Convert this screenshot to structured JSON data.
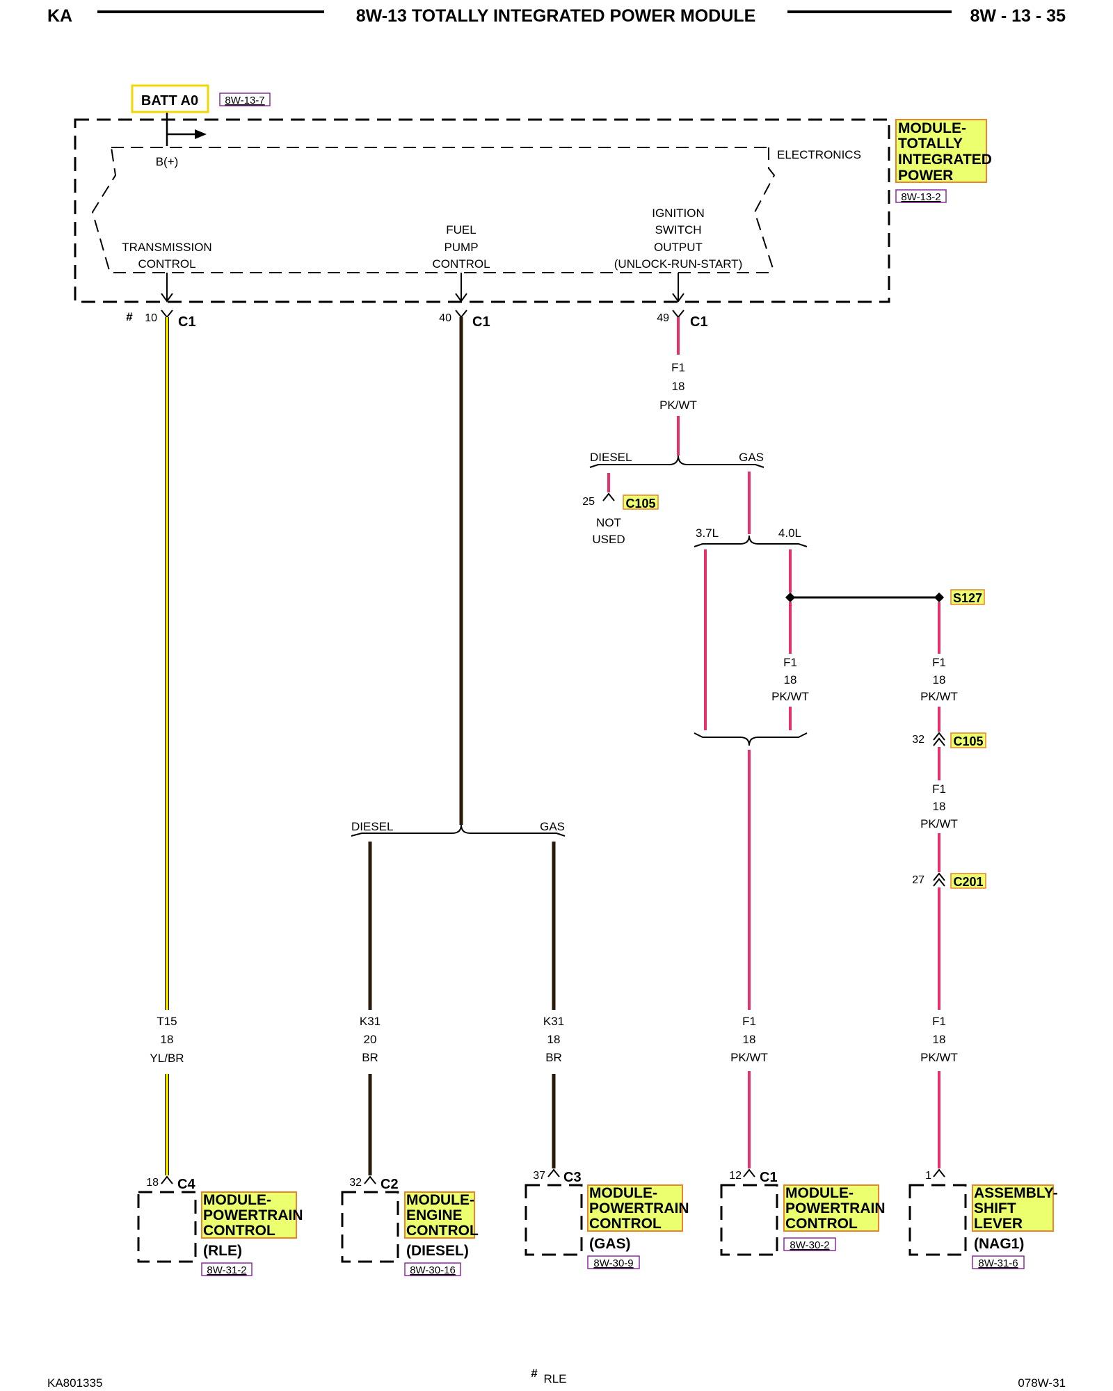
{
  "colors": {
    "highlight_yellow": "#ecff6e",
    "highlight_border": "#e8842a",
    "ref_border": "#8a2aa0",
    "wire_yellow": "#f5e400",
    "wire_brown": "#2a1a0a",
    "wire_pink": "#e8306a",
    "batt_border": "#f0d800"
  },
  "header": {
    "left": "KA",
    "title": "8W-13 TOTALLY INTEGRATED POWER MODULE",
    "right": "8W - 13 - 35"
  },
  "batt": {
    "label": "BATT A0",
    "ref": "8W-13-7"
  },
  "tipm": {
    "name_lines": [
      "MODULE-",
      "TOTALLY",
      "INTEGRATED",
      "POWER"
    ],
    "ref": "8W-13-2",
    "electronics": "ELECTRONICS",
    "bplus": "B(+)",
    "transmission": [
      "TRANSMISSION",
      "CONTROL"
    ],
    "fuel": [
      "FUEL",
      "PUMP",
      "CONTROL"
    ],
    "ignition": [
      "IGNITION",
      "SWITCH",
      "OUTPUT",
      "(UNLOCK-RUN-START)"
    ]
  },
  "top_pins": {
    "trans": {
      "hash": "#",
      "pin": "10",
      "conn": "C1"
    },
    "fuel": {
      "pin": "40",
      "conn": "C1"
    },
    "ign": {
      "pin": "49",
      "conn": "C1"
    }
  },
  "wires": {
    "f1_top": [
      "F1",
      "18",
      "PK/WT"
    ],
    "f1_mid": [
      "F1",
      "18",
      "PK/WT"
    ],
    "f1_s127": [
      "F1",
      "18",
      "PK/WT"
    ],
    "f1_c105": [
      "F1",
      "18",
      "PK/WT"
    ],
    "t15": [
      "T15",
      "18",
      "YL/BR"
    ],
    "k31_diesel": [
      "K31",
      "20",
      "BR"
    ],
    "k31_gas": [
      "K31",
      "18",
      "BR"
    ],
    "f1_pcm": [
      "F1",
      "18",
      "PK/WT"
    ],
    "f1_shift": [
      "F1",
      "18",
      "PK/WT"
    ]
  },
  "branches": {
    "ign_diesel": "DIESEL",
    "ign_gas": "GAS",
    "eng_37": "3.7L",
    "eng_40": "4.0L",
    "fuel_diesel": "DIESEL",
    "fuel_gas": "GAS"
  },
  "c105_notused": {
    "pin": "25",
    "conn": "C105",
    "note": [
      "NOT",
      "USED"
    ]
  },
  "splice": {
    "label": "S127"
  },
  "c105_inline": {
    "pin": "32",
    "conn": "C105"
  },
  "c201_inline": {
    "pin": "27",
    "conn": "C201"
  },
  "modules": [
    {
      "pin": "18",
      "conn": "C4",
      "name_lines": [
        "MODULE-",
        "POWERTRAIN",
        "CONTROL"
      ],
      "variant": "(RLE)",
      "ref": "8W-31-2"
    },
    {
      "pin": "32",
      "conn": "C2",
      "name_lines": [
        "MODULE-",
        "ENGINE",
        "CONTROL"
      ],
      "variant": "(DIESEL)",
      "ref": "8W-30-16"
    },
    {
      "pin": "37",
      "conn": "C3",
      "name_lines": [
        "MODULE-",
        "POWERTRAIN",
        "CONTROL"
      ],
      "variant": "(GAS)",
      "ref": "8W-30-9"
    },
    {
      "pin": "12",
      "conn": "C1",
      "name_lines": [
        "MODULE-",
        "POWERTRAIN",
        "CONTROL"
      ],
      "variant": "",
      "ref": "8W-30-2"
    },
    {
      "pin": "1",
      "conn": "",
      "name_lines": [
        "ASSEMBLY-",
        "SHIFT",
        "LEVER"
      ],
      "variant": "(NAG1)",
      "ref": "8W-31-6"
    }
  ],
  "footer": {
    "left": "KA801335",
    "hash": "#",
    "center": "RLE",
    "right": "078W-31"
  }
}
